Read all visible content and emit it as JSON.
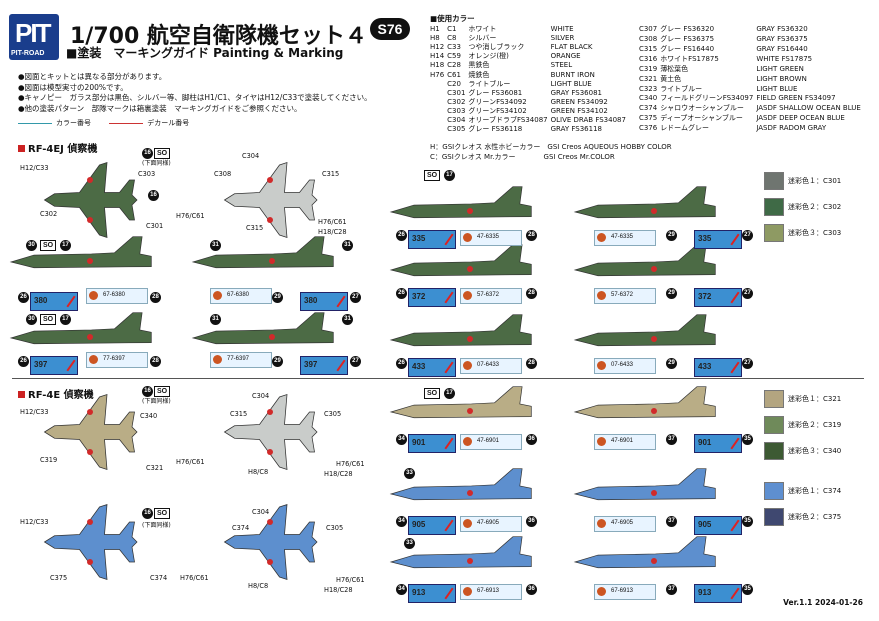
{
  "logo": {
    "big": "PIT",
    "small": "PIT-ROAD"
  },
  "title": "1/700 航空自衛隊機セット４",
  "code": "S76",
  "subtitle": "■塗装　マーキングガイド Painting & Marking",
  "notes": [
    "●図面とキットとは異なる部分があります。",
    "●図面は模型実寸の200%です。",
    "●キャノピー　ガラス部分は黒色、シルバー等、脚柱はH1/C1、タイヤはH12/C33で塗装してください。",
    "●他の塗装パターン　部隊マークは箱裏塗装　マーキングガイドをご参照ください。"
  ],
  "legend": {
    "color_no": "カラー番号",
    "decal_no": "デカール番号"
  },
  "color_table": {
    "header": "■使用カラー",
    "left": [
      [
        "H1",
        "C1",
        "ホワイト",
        "WHITE"
      ],
      [
        "H8",
        "C8",
        "シルバー",
        "SILVER"
      ],
      [
        "H12",
        "C33",
        "つや消しブラック",
        "FLAT BLACK"
      ],
      [
        "H14",
        "C59",
        "オレンジ(橙)",
        "ORANGE"
      ],
      [
        "H18",
        "C28",
        "黒鉄色",
        "STEEL"
      ],
      [
        "H76",
        "C61",
        "焼鉄色",
        "BURNT IRON"
      ],
      [
        "",
        "C20",
        "ライトブルー",
        "LIGHT BLUE"
      ],
      [
        "",
        "C301",
        "グレー FS36081",
        "GRAY FS36081"
      ],
      [
        "",
        "C302",
        "グリーンFS34092",
        "GREEN FS34092"
      ],
      [
        "",
        "C303",
        "グリーンFS34102",
        "GREEN FS34102"
      ],
      [
        "",
        "C304",
        "オリーブドラブFS34087",
        "OLIVE DRAB FS34087"
      ],
      [
        "",
        "C305",
        "グレー FS36118",
        "GRAY FS36118"
      ]
    ],
    "right": [
      [
        "C307",
        "グレー FS36320",
        "GRAY FS36320"
      ],
      [
        "C308",
        "グレー FS36375",
        "GRAY FS36375"
      ],
      [
        "C315",
        "グレー FS16440",
        "GRAY FS16440"
      ],
      [
        "C316",
        "ホワイトFS17875",
        "WHITE FS17875"
      ],
      [
        "C319",
        "薄松葉色",
        "LIGHT GREEN"
      ],
      [
        "C321",
        "黄土色",
        "LIGHT BROWN"
      ],
      [
        "C323",
        "ライトブルー",
        "LIGHT BLUE"
      ],
      [
        "C340",
        "フィールドグリーンFS34097",
        "FIELD GREEN FS34097"
      ],
      [
        "C374",
        "シャロウオーシャンブルー",
        "JASDF SHALLOW OCEAN BLUE"
      ],
      [
        "C375",
        "ディープオーシャンブルー",
        "JASDF DEEP OCEAN BLUE"
      ],
      [
        "C376",
        "レドームグレー",
        "JASDF RADOM GRAY"
      ]
    ]
  },
  "hc_note": [
    "H：GSIクレオス 水性ホビーカラー　GSI Creos AQUEOUS HOBBY COLOR",
    "C：GSIクレオス Mr.カラー　　　　GSI Creos Mr.COLOR"
  ],
  "sections": {
    "rf4ej": "RF-4EJ 偵察機",
    "rf4e": "RF-4E 偵察機"
  },
  "so": "SO",
  "same_note": "(下面同様)",
  "top_swatches": [
    {
      "label": "迷彩色１：C301",
      "color": "#6f7570"
    },
    {
      "label": "迷彩色２：C302",
      "color": "#3f6a46"
    },
    {
      "label": "迷彩色３：C303",
      "color": "#8e9a63"
    }
  ],
  "bottom_swatches_a": [
    {
      "label": "迷彩色１：C321",
      "color": "#b3a580"
    },
    {
      "label": "迷彩色２：C319",
      "color": "#6f8a5a"
    },
    {
      "label": "迷彩色３：C340",
      "color": "#3d5a33"
    }
  ],
  "bottom_swatches_b": [
    {
      "label": "迷彩色１：C374",
      "color": "#5e8fd0"
    },
    {
      "label": "迷彩色２：C375",
      "color": "#3f4870"
    }
  ],
  "plan_labels_ej_camo": [
    "H12/C33",
    "C303",
    "C302",
    "C301",
    "H76/C61"
  ],
  "plan_labels_ej_under": [
    "C304",
    "C308",
    "C315",
    "C315",
    "H76/C61",
    "H18/C28"
  ],
  "plan_labels_e_camo": [
    "H12/C33",
    "C340",
    "C319",
    "C321",
    "H76/C61"
  ],
  "plan_labels_e_under": [
    "C304",
    "C315",
    "C305",
    "H8/C8",
    "H76/C61",
    "H18/C28"
  ],
  "plan_labels_e_blue": [
    "H12/C33",
    "C375",
    "C374",
    "H76/C61"
  ],
  "plan_labels_e_blueunder": [
    "C304",
    "C374",
    "C305",
    "H8/C8",
    "H76/C61",
    "H18/C28"
  ],
  "ej_rows": [
    {
      "tag": "380",
      "serial": "67-6380"
    },
    {
      "tag": "397",
      "serial": "77-6397"
    }
  ],
  "ej_right_rows": [
    {
      "tag": "335",
      "serial": "47-6335"
    },
    {
      "tag": "372",
      "serial": "57-6372"
    },
    {
      "tag": "433",
      "serial": "07-6433"
    }
  ],
  "e_right_rows": [
    {
      "tag": "901",
      "serial": "47-6901"
    },
    {
      "tag": "905",
      "serial": "47-6905"
    },
    {
      "tag": "913",
      "serial": "67-6913"
    }
  ],
  "decal_nums": {
    "a": "26",
    "b": "28",
    "c": "29",
    "d": "27",
    "e": "30",
    "f": "17",
    "g": "31",
    "h": "16",
    "i": "34",
    "j": "36",
    "k": "37",
    "l": "35",
    "m": "33"
  },
  "version": "Ver.1.1  2024-01-26",
  "colors": {
    "camo_green": "#4c6b45",
    "camo_dark": "#2e4a30",
    "camo_grey": "#7f8a73",
    "under_grey": "#c9ccca",
    "blue_light": "#5d8fce",
    "blue_dark": "#3e5585",
    "tan": "#b9ad86",
    "roundel": "#d12a2a"
  }
}
